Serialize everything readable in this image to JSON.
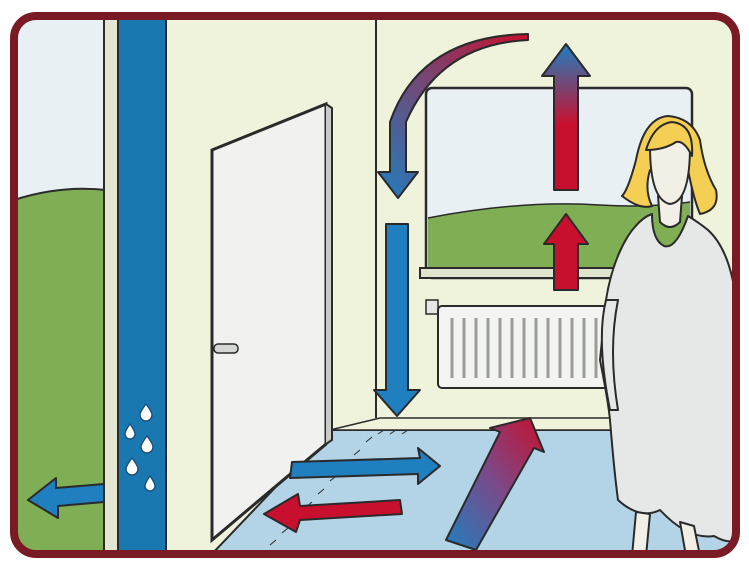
{
  "illustration": {
    "subject": "room-air-circulation",
    "colors": {
      "frame": "#7a1a24",
      "wall": "#f0f3dc",
      "floor": "#b2d4e6",
      "warm": "#c8102e",
      "cold": "#1f7fbf",
      "pillar": "#1a78b0",
      "sky": "#e9f0f4",
      "hill": "#7fae55",
      "door": "#f1f2f0",
      "outline": "#2a2a2a"
    },
    "icons": [
      "wall-column",
      "door",
      "window",
      "radiator",
      "water-drops",
      "woman",
      "airflow-arrows"
    ]
  }
}
